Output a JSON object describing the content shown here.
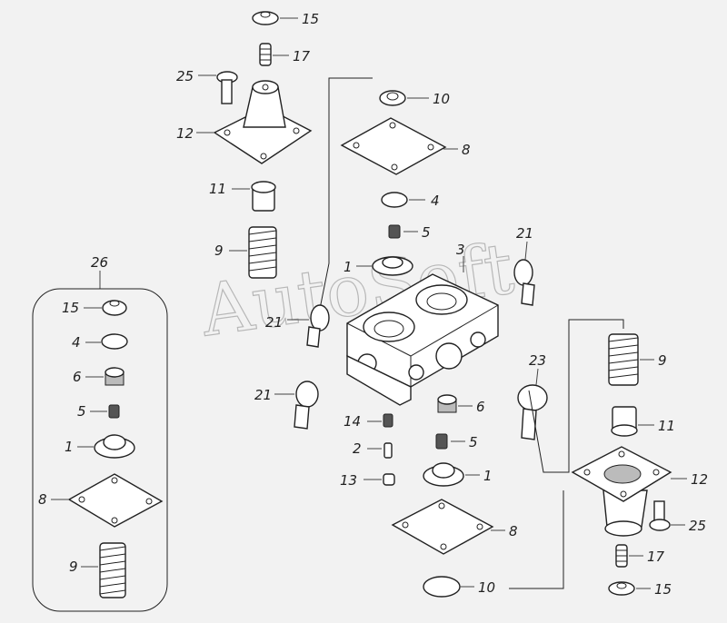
{
  "watermark": "AutoSoft",
  "callouts": {
    "c15a": "15",
    "c17a": "17",
    "c25a": "25",
    "c12a": "12",
    "c11a": "11",
    "c9a": "9",
    "c10a": "10",
    "c8a": "8",
    "c4a": "4",
    "c5a": "5",
    "c1a": "1",
    "c3": "3",
    "c21a": "21",
    "c21b": "21",
    "c21c": "21",
    "c23": "23",
    "c6a": "6",
    "c14": "14",
    "c5b": "5",
    "c2": "2",
    "c13": "13",
    "c1b": "1",
    "c8b": "8",
    "c10b": "10",
    "c9b": "9",
    "c11b": "11",
    "c12b": "12",
    "c25b": "25",
    "c17b": "17",
    "c15b": "15",
    "kit": "26",
    "k15": "15",
    "k4": "4",
    "k6": "6",
    "k5": "5",
    "k1": "1",
    "k8": "8",
    "k9": "9"
  },
  "colors": {
    "line": "#222222",
    "background": "#f2f2f2"
  }
}
